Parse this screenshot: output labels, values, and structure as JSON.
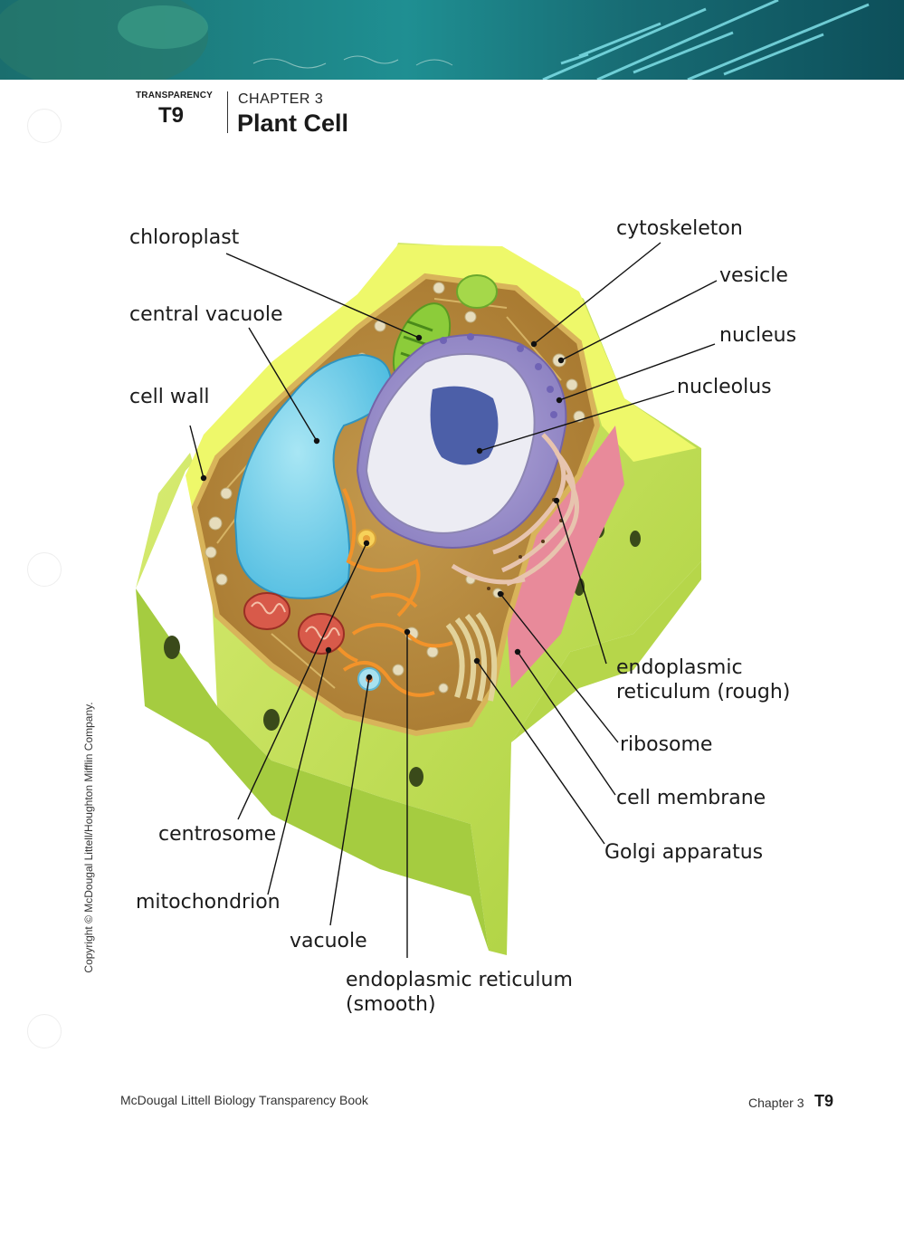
{
  "header": {
    "transparency_label": "TRANSPARENCY",
    "transparency_code": "T9",
    "chapter_label": "CHAPTER 3",
    "title": "Plant Cell"
  },
  "labels": {
    "chloroplast": "chloroplast",
    "central_vacuole": "central vacuole",
    "cell_wall": "cell wall",
    "cytoskeleton": "cytoskeleton",
    "vesicle": "vesicle",
    "nucleus": "nucleus",
    "nucleolus": "nucleolus",
    "er_rough_line1": "endoplasmic",
    "er_rough_line2": "reticulum (rough)",
    "ribosome": "ribosome",
    "cell_membrane": "cell membrane",
    "golgi_apparatus": "Golgi apparatus",
    "centrosome": "centrosome",
    "mitochondrion": "mitochondrion",
    "vacuole": "vacuole",
    "er_smooth_line1": "endoplasmic reticulum",
    "er_smooth_line2": "(smooth)"
  },
  "copyright": "Copyright © McDougal Littell/Houghton Mifflin Company.",
  "footer": {
    "book": "McDougal Littell Biology Transparency Book",
    "chapter": "Chapter 3",
    "code": "T9"
  },
  "colors": {
    "banner": "#1f8a8f",
    "cell_wall": "#e8f55a",
    "cytoplasm": "#b8863a",
    "central_vacuole": "#5cc7e6",
    "chloroplast": "#7cc63a",
    "nucleus": "#9a8fc7",
    "nucleolus": "#4c5fa8",
    "mitochondrion": "#d85a4a",
    "smooth_er": "#f0952e",
    "cell_membrane": "#e88a9a"
  }
}
